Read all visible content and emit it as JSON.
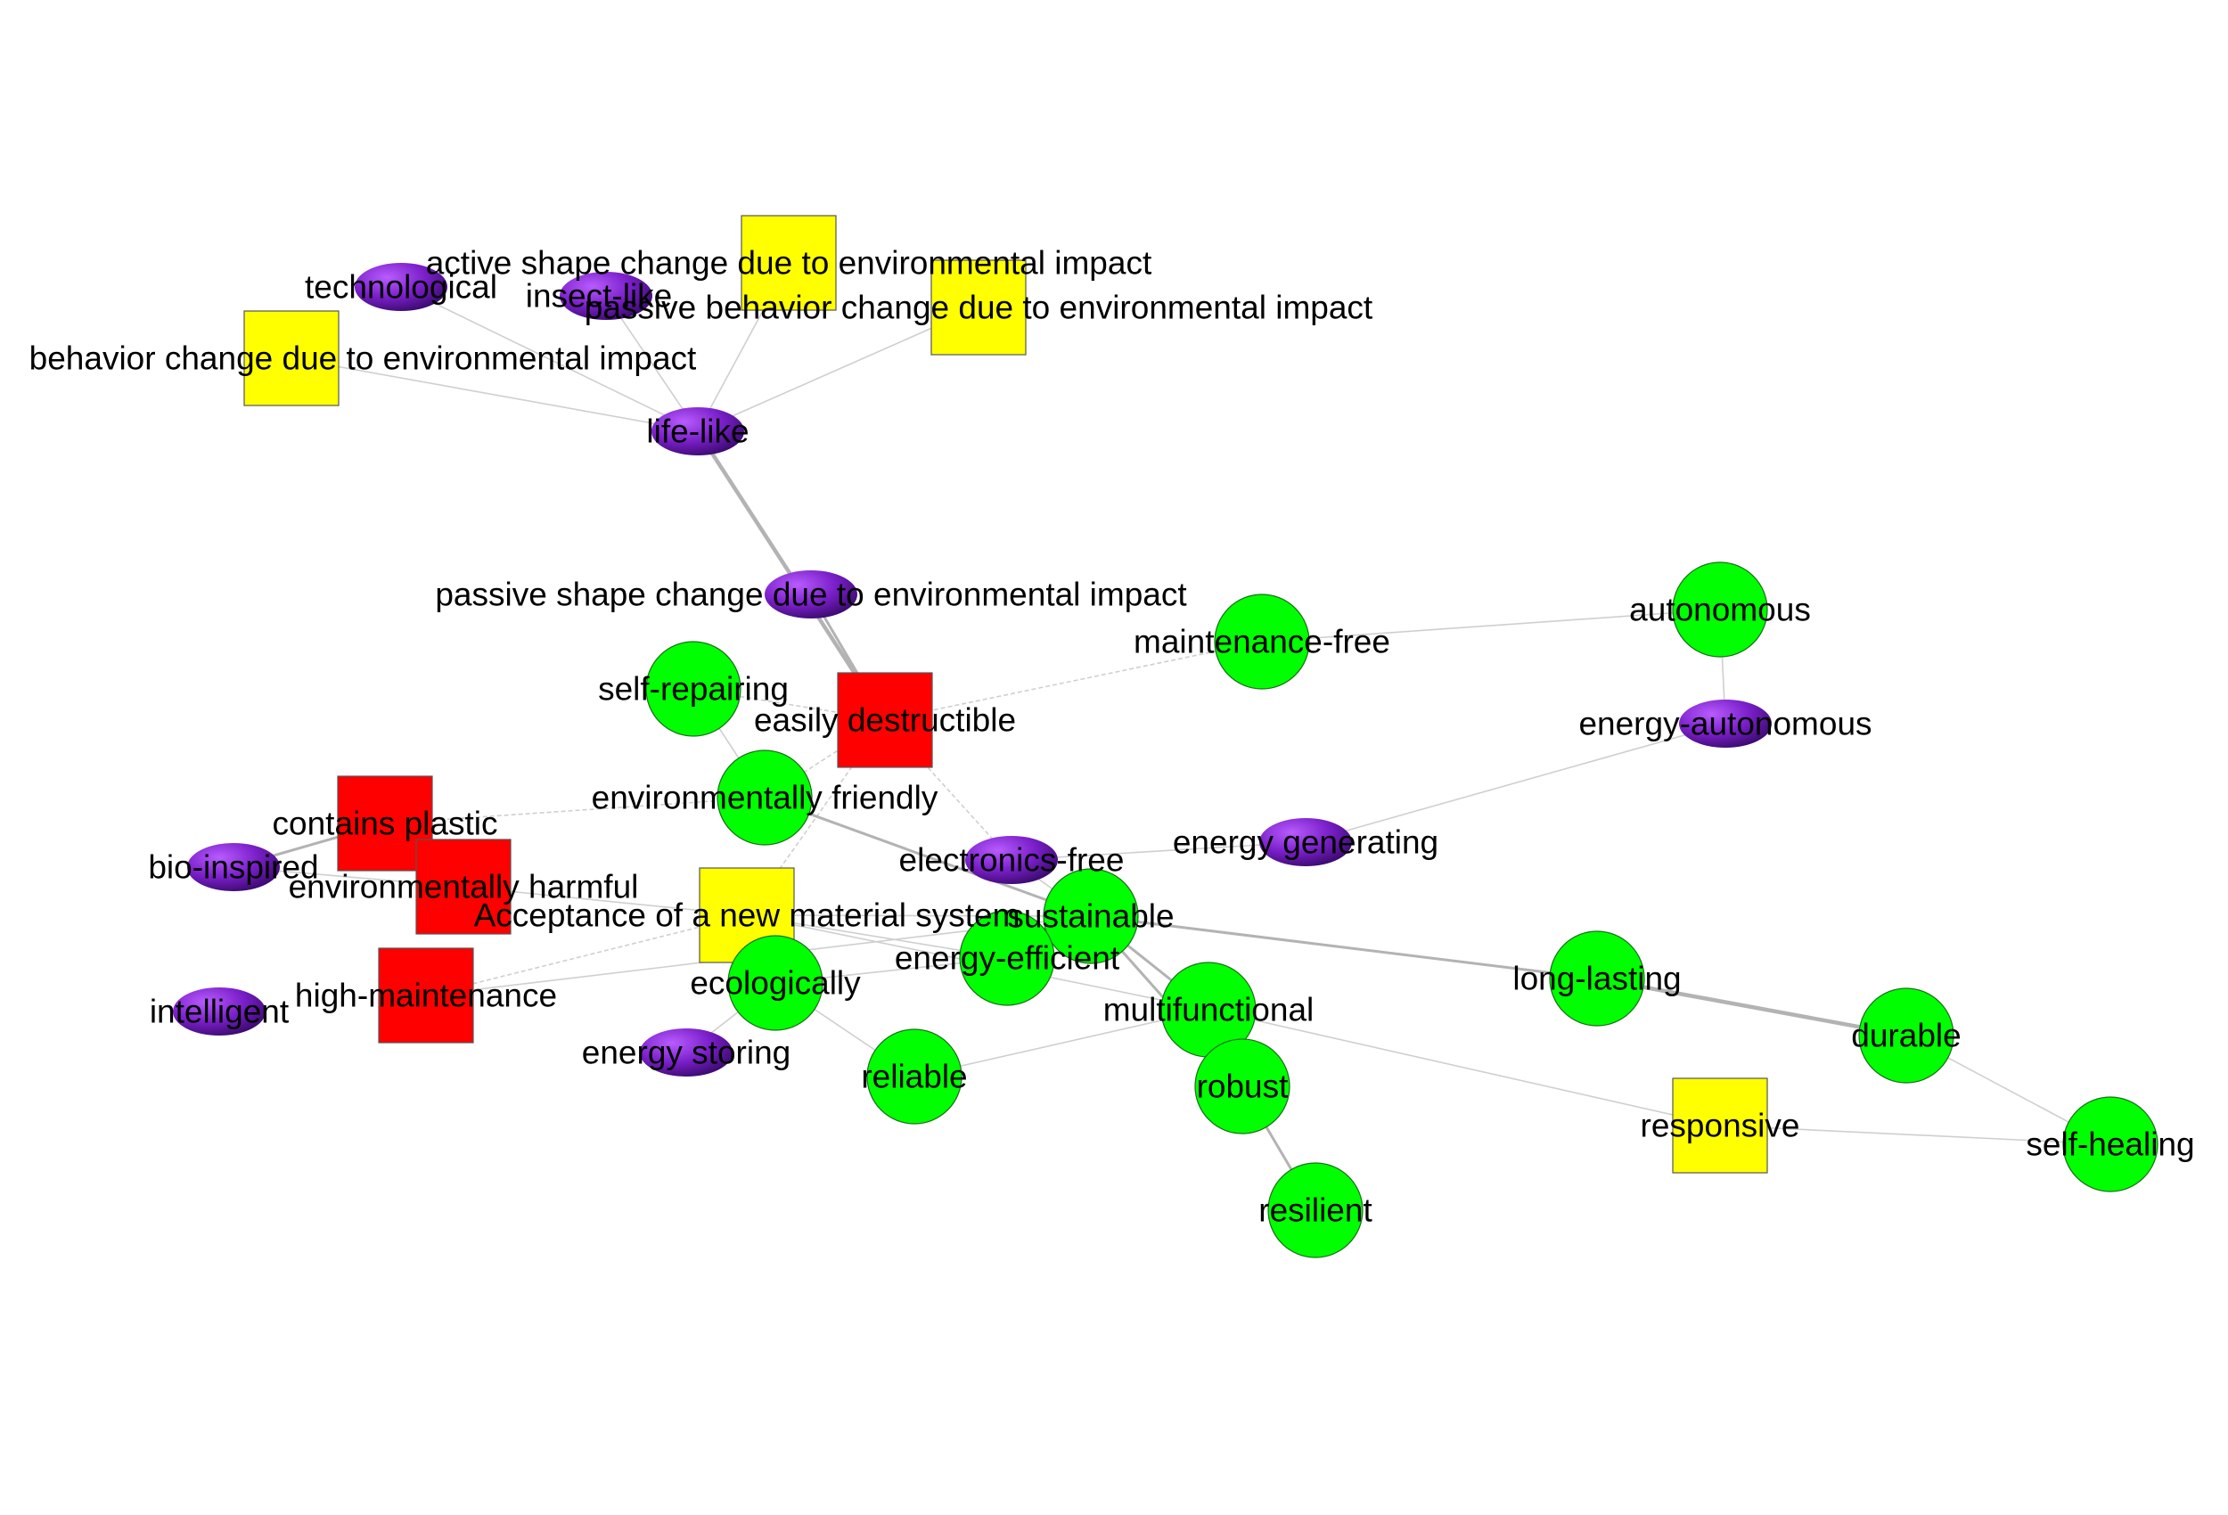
{
  "legend": {
    "colors": {
      "green": "#00ff00",
      "yellow": "#ffff00",
      "red": "#ff0000",
      "purple": "#7a1fc9"
    }
  },
  "nodes": [
    {
      "id": "technological",
      "label": "technological",
      "kind": "purple-ellipse"
    },
    {
      "id": "insect-like",
      "label": "insect-like",
      "kind": "purple-ellipse"
    },
    {
      "id": "active-shape",
      "label": "active shape change due to environmental impact",
      "kind": "yellow-square"
    },
    {
      "id": "passive-behavior",
      "label": "passive behavior change due to environmental impact",
      "kind": "yellow-square"
    },
    {
      "id": "active-behavior",
      "label": "behavior change due to environmental impact",
      "kind": "yellow-square"
    },
    {
      "id": "life-like",
      "label": "life-like",
      "kind": "purple-ellipse"
    },
    {
      "id": "passive-shape",
      "label": "passive shape change due to environmental impact",
      "kind": "purple-ellipse"
    },
    {
      "id": "maintenance-free",
      "label": "maintenance-free",
      "kind": "green-circle"
    },
    {
      "id": "autonomous",
      "label": "autonomous",
      "kind": "green-circle"
    },
    {
      "id": "self-repairing",
      "label": "self-repairing",
      "kind": "green-circle"
    },
    {
      "id": "easily-destructible",
      "label": "easily destructible",
      "kind": "red-square"
    },
    {
      "id": "energy-autonomous",
      "label": "energy-autonomous",
      "kind": "purple-ellipse"
    },
    {
      "id": "environmentally-friendly",
      "label": "environmentally friendly",
      "kind": "green-circle"
    },
    {
      "id": "contains-plastic",
      "label": "contains plastic",
      "kind": "red-square"
    },
    {
      "id": "energy-generating",
      "label": "energy generating",
      "kind": "purple-ellipse"
    },
    {
      "id": "bio-inspired",
      "label": "bio-inspired",
      "kind": "purple-ellipse"
    },
    {
      "id": "electronics-free",
      "label": "electronics-free",
      "kind": "purple-ellipse"
    },
    {
      "id": "environmentally-harmful",
      "label": "environmentally harmful",
      "kind": "red-square"
    },
    {
      "id": "acceptance",
      "label": "Acceptance of a new material system",
      "kind": "yellow-square"
    },
    {
      "id": "sustainable",
      "label": "sustainable",
      "kind": "green-circle"
    },
    {
      "id": "energy-efficient",
      "label": "energy-efficient",
      "kind": "green-circle"
    },
    {
      "id": "long-lasting",
      "label": "long-lasting",
      "kind": "green-circle"
    },
    {
      "id": "ecologically",
      "label": "ecologically",
      "kind": "green-circle"
    },
    {
      "id": "high-maintenance",
      "label": "high-maintenance",
      "kind": "red-square"
    },
    {
      "id": "intelligent",
      "label": "intelligent",
      "kind": "purple-ellipse"
    },
    {
      "id": "multifunctional",
      "label": "multifunctional",
      "kind": "green-circle"
    },
    {
      "id": "durable",
      "label": "durable",
      "kind": "green-circle"
    },
    {
      "id": "energy-storing",
      "label": "energy storing",
      "kind": "purple-ellipse"
    },
    {
      "id": "reliable",
      "label": "reliable",
      "kind": "green-circle"
    },
    {
      "id": "robust",
      "label": "robust",
      "kind": "green-circle"
    },
    {
      "id": "responsive",
      "label": "responsive",
      "kind": "yellow-square"
    },
    {
      "id": "self-healing",
      "label": "self-healing",
      "kind": "green-circle"
    },
    {
      "id": "resilient",
      "label": "resilient",
      "kind": "green-circle"
    }
  ],
  "edges": [
    {
      "source": "life-like",
      "target": "technological",
      "style": "solid",
      "weight": 1
    },
    {
      "source": "life-like",
      "target": "insect-like",
      "style": "solid",
      "weight": 1
    },
    {
      "source": "life-like",
      "target": "active-shape",
      "style": "solid",
      "weight": 1
    },
    {
      "source": "life-like",
      "target": "passive-behavior",
      "style": "solid",
      "weight": 1
    },
    {
      "source": "life-like",
      "target": "active-behavior",
      "style": "solid",
      "weight": 1
    },
    {
      "source": "life-like",
      "target": "easily-destructible",
      "style": "solid",
      "weight": 3
    },
    {
      "source": "passive-shape",
      "target": "easily-destructible",
      "style": "solid",
      "weight": 2
    },
    {
      "source": "easily-destructible",
      "target": "maintenance-free",
      "style": "dashed",
      "weight": 1
    },
    {
      "source": "easily-destructible",
      "target": "self-repairing",
      "style": "dashed",
      "weight": 1
    },
    {
      "source": "easily-destructible",
      "target": "environmentally-friendly",
      "style": "dashed",
      "weight": 1
    },
    {
      "source": "easily-destructible",
      "target": "electronics-free",
      "style": "dashed",
      "weight": 1
    },
    {
      "source": "easily-destructible",
      "target": "acceptance",
      "style": "dashed",
      "weight": 1
    },
    {
      "source": "maintenance-free",
      "target": "autonomous",
      "style": "solid",
      "weight": 1
    },
    {
      "source": "autonomous",
      "target": "energy-autonomous",
      "style": "solid",
      "weight": 1
    },
    {
      "source": "energy-autonomous",
      "target": "energy-generating",
      "style": "solid",
      "weight": 1
    },
    {
      "source": "self-repairing",
      "target": "environmentally-friendly",
      "style": "solid",
      "weight": 1
    },
    {
      "source": "environmentally-friendly",
      "target": "contains-plastic",
      "style": "dashed",
      "weight": 1
    },
    {
      "source": "environmentally-friendly",
      "target": "sustainable",
      "style": "solid",
      "weight": 2
    },
    {
      "source": "contains-plastic",
      "target": "bio-inspired",
      "style": "solid",
      "weight": 2
    },
    {
      "source": "environmentally-harmful",
      "target": "bio-inspired",
      "style": "solid",
      "weight": 1
    },
    {
      "source": "environmentally-harmful",
      "target": "acceptance",
      "style": "solid",
      "weight": 1
    },
    {
      "source": "energy-generating",
      "target": "electronics-free",
      "style": "solid",
      "weight": 1
    },
    {
      "source": "electronics-free",
      "target": "sustainable",
      "style": "solid",
      "weight": 1
    },
    {
      "source": "acceptance",
      "target": "sustainable",
      "style": "solid",
      "weight": 1
    },
    {
      "source": "acceptance",
      "target": "energy-efficient",
      "style": "solid",
      "weight": 1
    },
    {
      "source": "acceptance",
      "target": "ecologically",
      "style": "solid",
      "weight": 1
    },
    {
      "source": "acceptance",
      "target": "multifunctional",
      "style": "solid",
      "weight": 1
    },
    {
      "source": "acceptance",
      "target": "high-maintenance",
      "style": "dashed",
      "weight": 1
    },
    {
      "source": "high-maintenance",
      "target": "sustainable",
      "style": "solid",
      "weight": 1
    },
    {
      "source": "sustainable",
      "target": "long-lasting",
      "style": "solid",
      "weight": 2
    },
    {
      "source": "sustainable",
      "target": "multifunctional",
      "style": "solid",
      "weight": 2
    },
    {
      "source": "sustainable",
      "target": "robust",
      "style": "solid",
      "weight": 2
    },
    {
      "source": "sustainable",
      "target": "energy-efficient",
      "style": "solid",
      "weight": 1
    },
    {
      "source": "long-lasting",
      "target": "durable",
      "style": "solid",
      "weight": 3
    },
    {
      "source": "durable",
      "target": "self-healing",
      "style": "solid",
      "weight": 1
    },
    {
      "source": "multifunctional",
      "target": "reliable",
      "style": "solid",
      "weight": 1
    },
    {
      "source": "multifunctional",
      "target": "responsive",
      "style": "solid",
      "weight": 1
    },
    {
      "source": "responsive",
      "target": "self-healing",
      "style": "solid",
      "weight": 1
    },
    {
      "source": "robust",
      "target": "resilient",
      "style": "solid",
      "weight": 2
    },
    {
      "source": "ecologically",
      "target": "energy-storing",
      "style": "solid",
      "weight": 1
    },
    {
      "source": "ecologically",
      "target": "reliable",
      "style": "solid",
      "weight": 1
    },
    {
      "source": "energy-efficient",
      "target": "ecologically",
      "style": "solid",
      "weight": 1
    }
  ]
}
